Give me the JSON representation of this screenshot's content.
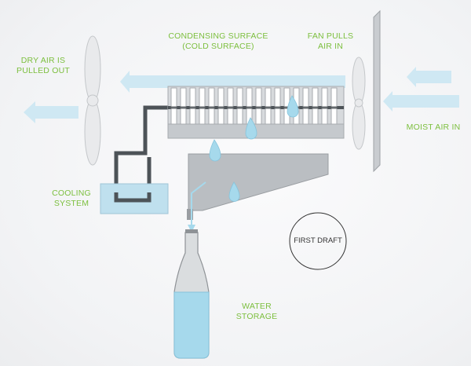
{
  "labels": {
    "dry_air": [
      "DRY AIR IS",
      "PULLED OUT"
    ],
    "condensing": [
      "CONDENSING SURFACE",
      "(COLD SURFACE)"
    ],
    "fan_pulls": [
      "FAN PULLS",
      "AIR IN"
    ],
    "moist_air": "MOIST AIR IN",
    "cooling": [
      "COOLING",
      "SYSTEM"
    ],
    "water_storage": [
      "WATER",
      "STORAGE"
    ],
    "first_draft": "FIRST DRAFT"
  },
  "colors": {
    "label_green": "#7cbf3e",
    "air_blue": "#cfe8f3",
    "water_blue": "#a6d9ec",
    "metal_grey": "#b9bdc1",
    "pipe_dark": "#4d5358"
  }
}
